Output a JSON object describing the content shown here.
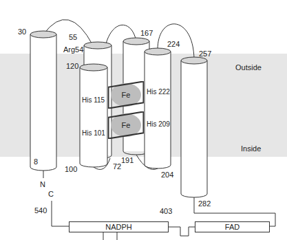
{
  "diagram": {
    "nodes": [
      {
        "text": [
          "Fe"
        ]
      },
      {
        "text": [
          "Fe"
        ]
      },
      {
        "text": [
          "NADPH"
        ]
      },
      {
        "text": [
          "FAD"
        ]
      }
    ],
    "edges": [
      {
        "from": 3,
        "to": 2,
        "arrow": "none"
      }
    ],
    "labels": [
      "Outside",
      "Inside",
      "30",
      "55",
      "Arg54",
      "120",
      "167",
      "224",
      "257",
      "His 115",
      "His 222",
      "His 101",
      "His 209",
      "72",
      "191",
      "8",
      "N",
      "100",
      "204",
      "282",
      "C",
      "540",
      "403"
    ]
  }
}
